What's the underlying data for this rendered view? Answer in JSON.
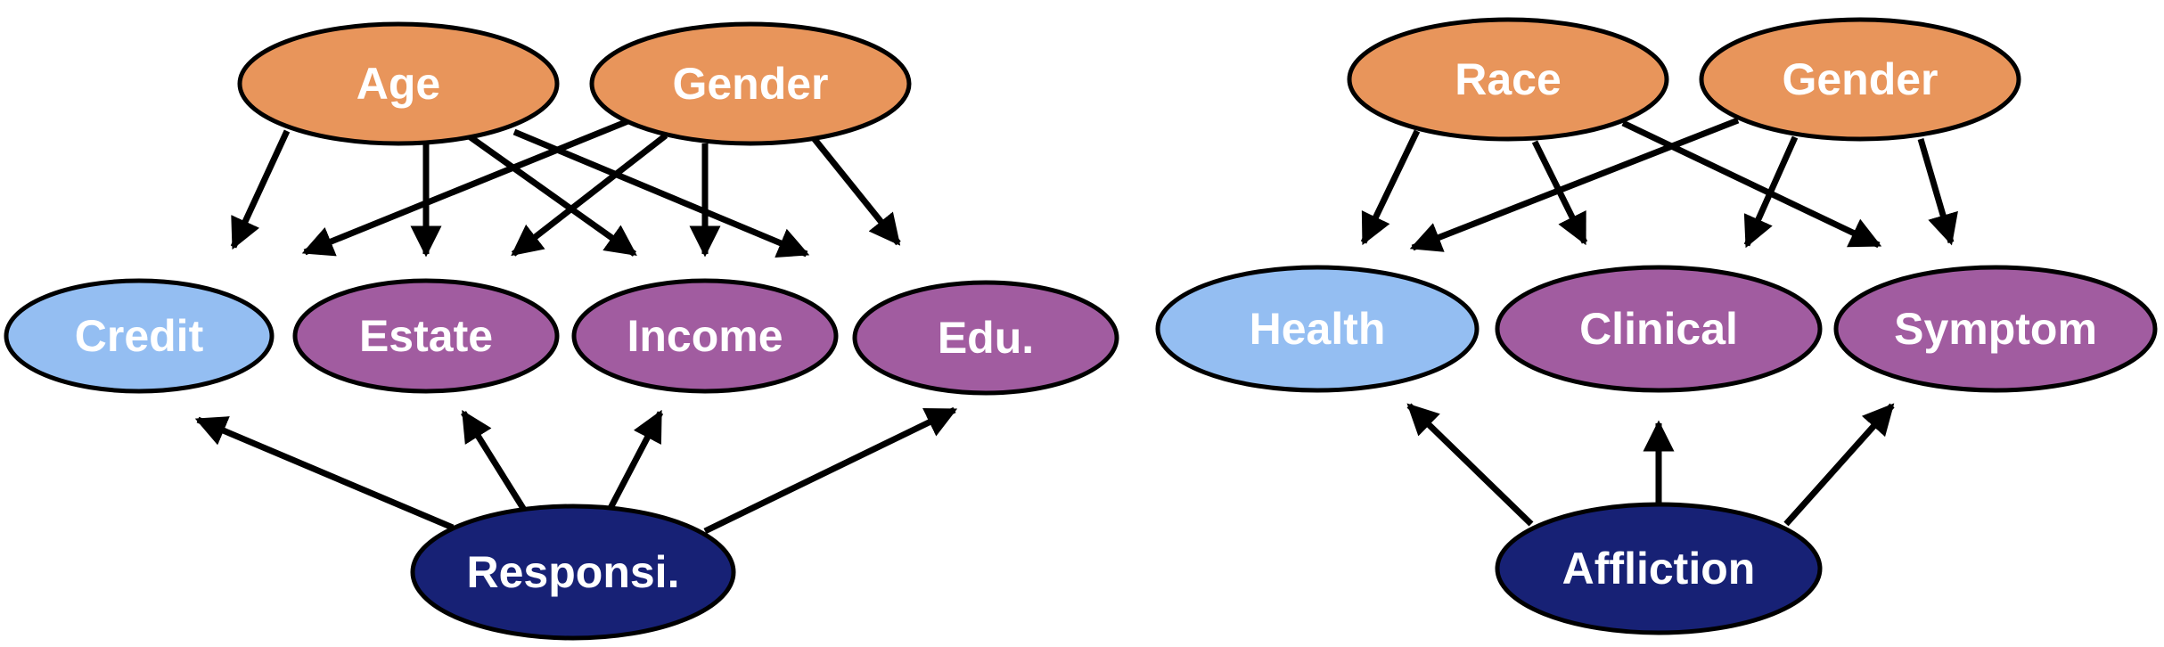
{
  "colors": {
    "demographic": "#E8955B",
    "outcome": "#A15CA0",
    "target": "#94BEF2",
    "latent": "#172175",
    "edge": "#000000",
    "label": "#FFFFFF"
  },
  "left_graph": {
    "nodes": {
      "age": {
        "label": "Age",
        "role": "demographic"
      },
      "gender": {
        "label": "Gender",
        "role": "demographic"
      },
      "credit": {
        "label": "Credit",
        "role": "target"
      },
      "estate": {
        "label": "Estate",
        "role": "outcome"
      },
      "income": {
        "label": "Income",
        "role": "outcome"
      },
      "edu": {
        "label": "Edu.",
        "role": "outcome"
      },
      "responsi": {
        "label": "Responsi.",
        "role": "latent"
      }
    },
    "edges": [
      {
        "from": "age",
        "to": "credit"
      },
      {
        "from": "age",
        "to": "estate"
      },
      {
        "from": "age",
        "to": "income"
      },
      {
        "from": "age",
        "to": "edu"
      },
      {
        "from": "gender",
        "to": "credit"
      },
      {
        "from": "gender",
        "to": "estate"
      },
      {
        "from": "gender",
        "to": "income"
      },
      {
        "from": "gender",
        "to": "edu"
      },
      {
        "from": "responsi",
        "to": "credit"
      },
      {
        "from": "responsi",
        "to": "estate"
      },
      {
        "from": "responsi",
        "to": "income"
      },
      {
        "from": "responsi",
        "to": "edu"
      }
    ]
  },
  "right_graph": {
    "nodes": {
      "race": {
        "label": "Race",
        "role": "demographic"
      },
      "gender": {
        "label": "Gender",
        "role": "demographic"
      },
      "health": {
        "label": "Health",
        "role": "target"
      },
      "clinical": {
        "label": "Clinical",
        "role": "outcome"
      },
      "symptom": {
        "label": "Symptom",
        "role": "outcome"
      },
      "affliction": {
        "label": "Affliction",
        "role": "latent"
      }
    },
    "edges": [
      {
        "from": "race",
        "to": "health"
      },
      {
        "from": "race",
        "to": "clinical"
      },
      {
        "from": "race",
        "to": "symptom"
      },
      {
        "from": "gender",
        "to": "health"
      },
      {
        "from": "gender",
        "to": "clinical"
      },
      {
        "from": "gender",
        "to": "symptom"
      },
      {
        "from": "affliction",
        "to": "health"
      },
      {
        "from": "affliction",
        "to": "clinical"
      },
      {
        "from": "affliction",
        "to": "symptom"
      }
    ]
  }
}
